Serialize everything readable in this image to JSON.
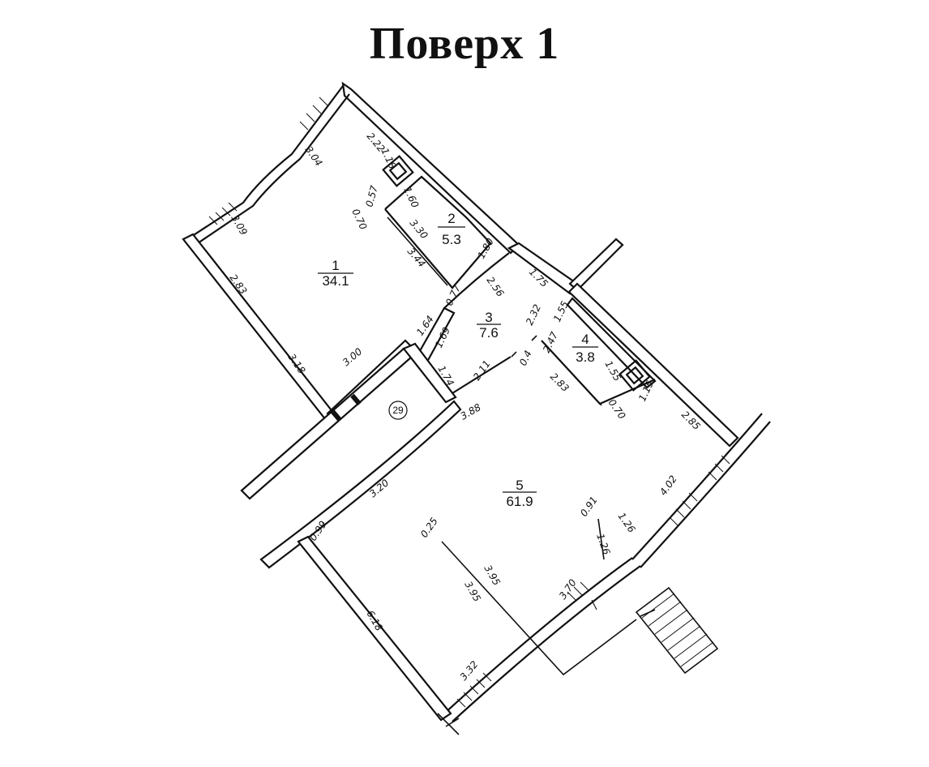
{
  "title": "Поверх 1",
  "rooms": [
    {
      "number": "1",
      "area": "34.1"
    },
    {
      "number": "2",
      "area": "5.3"
    },
    {
      "number": "3",
      "area": "7.6"
    },
    {
      "number": "4",
      "area": "3.8"
    },
    {
      "number": "5",
      "area": "61.9"
    }
  ],
  "badge": "29",
  "dimensions": {
    "d_2_22": "2.22",
    "d_3_04": "3.04",
    "d_3_09": "3.09",
    "d_2_83": "2.83",
    "d_3_18": "3.18",
    "d_3_00": "3.00",
    "d_1_64": "1.64",
    "d_1_69": "1.69",
    "d_0_77": "0.77",
    "d_3_44": "3.44",
    "d_3_30": "3.30",
    "d_0_70a": "0.70",
    "d_0_57": "0.57",
    "d_1_18": "1.18",
    "d_1_60": "1.60",
    "d_1_80": "1.80",
    "d_2_56": "2.56",
    "d_1_75": "1.75",
    "d_2_32": "2.32",
    "d_1_74": "1.74",
    "d_2_11": "2.11",
    "d_3_88": "3.88",
    "d_1_55a": "1.55",
    "d_2_47": "2.47",
    "d_0_4": "0.4",
    "d_2_83b": "2.83",
    "d_1_55b": "1.55",
    "d_0_70b": "0.70",
    "d_1_15": "1.15",
    "d_2_85": "2.85",
    "d_4_02": "4.02",
    "d_3_20": "3.20",
    "d_0_99": "0.99",
    "d_6_18": "6.18",
    "d_0_25": "0.25",
    "d_3_95a": "3.95",
    "d_3_95b": "3.95",
    "d_0_91": "0.91",
    "d_1_26a": "1.26",
    "d_1_26b": "1.26",
    "d_3_70": "3.70",
    "d_3_32": "3.32"
  }
}
